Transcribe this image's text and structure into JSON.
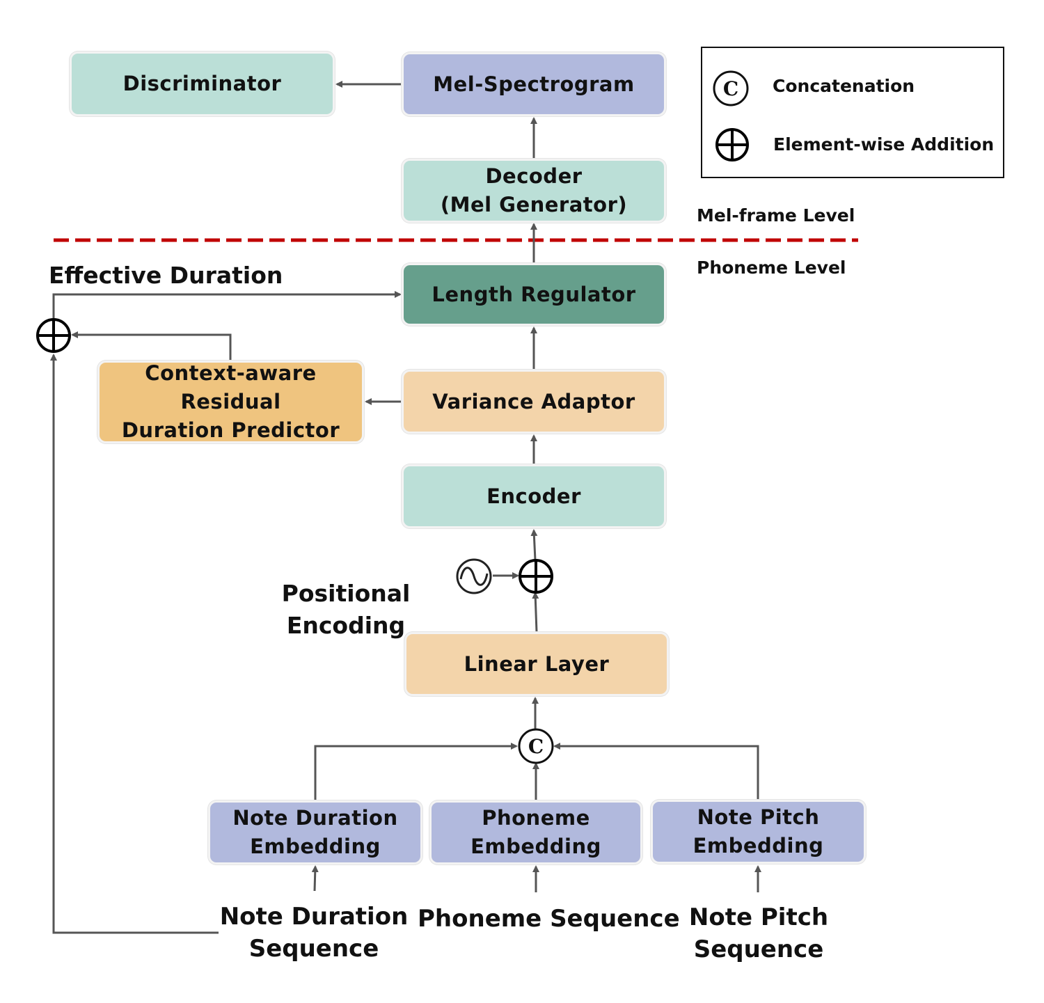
{
  "nodes": {
    "discriminator": "Discriminator",
    "mel_spectrogram": "Mel-Spectrogram",
    "decoder_line1": "Decoder",
    "decoder_line2": "(Mel Generator)",
    "length_regulator": "Length Regulator",
    "variance_adaptor": "Variance Adaptor",
    "cardp_line1": "Context-aware",
    "cardp_line2": "Residual",
    "cardp_line3": "Duration Predictor",
    "encoder": "Encoder",
    "linear_layer": "Linear Layer",
    "note_duration_emb_line1": "Note Duration",
    "note_duration_emb_line2": "Embedding",
    "phoneme_emb_line1": "Phoneme",
    "phoneme_emb_line2": "Embedding",
    "note_pitch_emb_line1": "Note Pitch",
    "note_pitch_emb_line2": "Embedding"
  },
  "inputs": {
    "note_duration_seq_line1": "Note Duration",
    "note_duration_seq_line2": "Sequence",
    "phoneme_seq": "Phoneme Sequence",
    "note_pitch_seq_line1": "Note Pitch",
    "note_pitch_seq_line2": "Sequence"
  },
  "annotations": {
    "effective_duration": "Effective Duration",
    "positional_line1": "Positional",
    "positional_line2": "Encoding",
    "mel_frame_level": "Mel-frame Level",
    "phoneme_level": "Phoneme Level"
  },
  "legend": {
    "concat_symbol": "C",
    "concatenation": "Concatenation",
    "element_wise_addition": "Element-wise Addition"
  },
  "colors": {
    "teal": "#bbdfd7",
    "lavender": "#b1b9dd",
    "peach": "#f3d4aa",
    "orange": "#efc47f",
    "dark_teal": "#669f8c",
    "divider_red": "#c00000",
    "arrow_gray": "#555555"
  }
}
